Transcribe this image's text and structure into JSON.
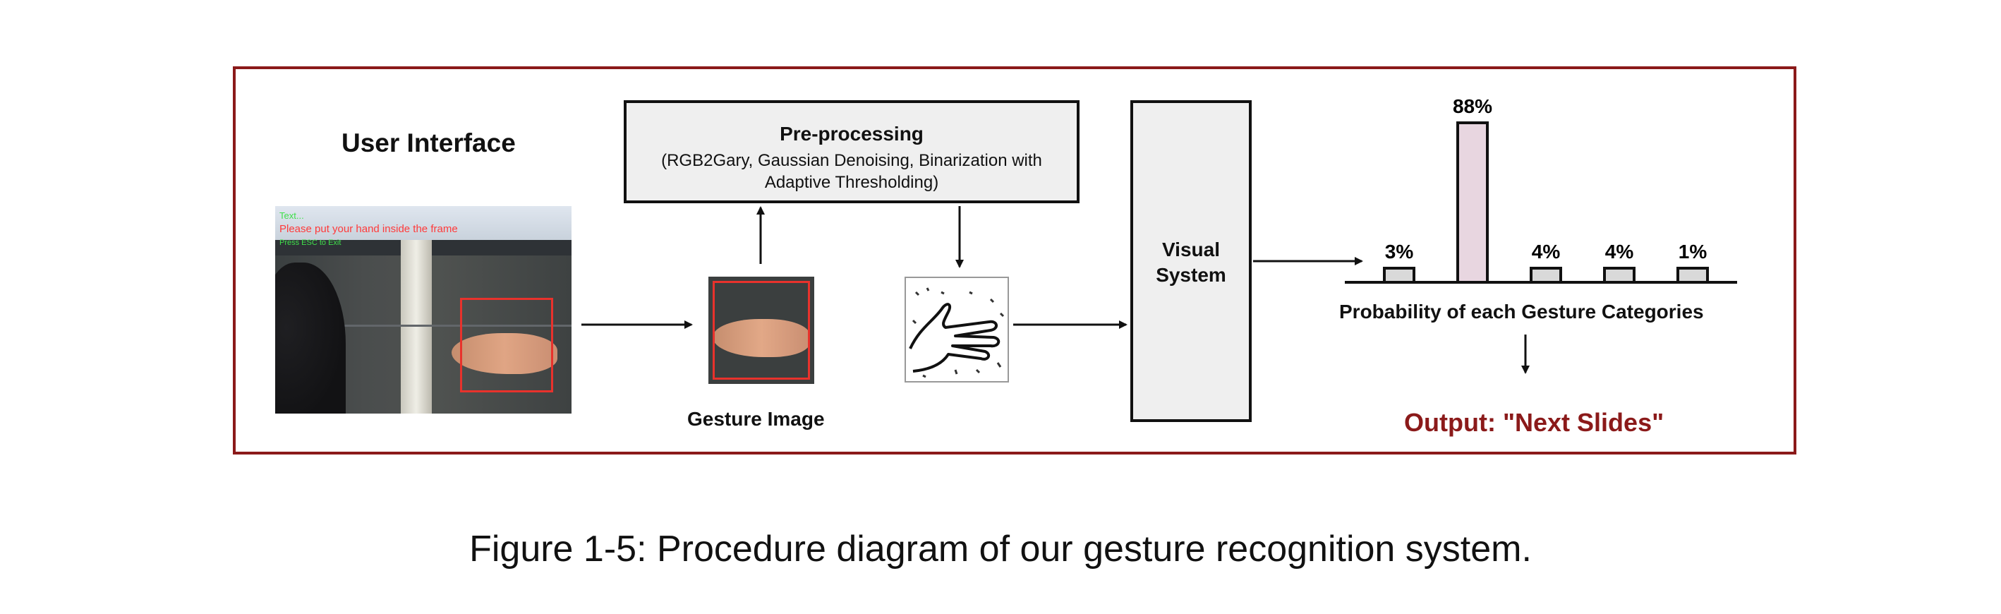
{
  "title": "User Interface",
  "camera_overlay": {
    "line1": "Text...",
    "line2": "Please put your hand inside the frame",
    "line3": "Press ESC to Exit"
  },
  "gesture_image_label": "Gesture Image",
  "preprocessing": {
    "title": "Pre-processing",
    "subtitle_line1": "(RGB2Gary, Gaussian Denoising, Binarization with",
    "subtitle_line2": "Adaptive Thresholding)"
  },
  "visual_system": {
    "line1": "Visual",
    "line2": "System"
  },
  "probability_label": "Probability of each Gesture Categories",
  "output": "Output: \"Next Slides\"",
  "caption": "Figure 1-5: Procedure diagram of our gesture recognition system.",
  "colors": {
    "frame": "#8b1a1a",
    "output_text": "#8b1a1a",
    "highlight_bar": "#e8d6e0",
    "bar": "#d9d9d9",
    "hand_box": "#e8322c"
  },
  "chart_data": {
    "type": "bar",
    "categories": [
      "",
      "",
      "",
      "",
      ""
    ],
    "values": [
      3,
      88,
      4,
      4,
      1
    ],
    "labels": [
      "3%",
      "88%",
      "4%",
      "4%",
      "1%"
    ],
    "highlight_index": 1,
    "xlabel": "Probability of each Gesture Categories",
    "ylim": [
      0,
      88
    ]
  }
}
